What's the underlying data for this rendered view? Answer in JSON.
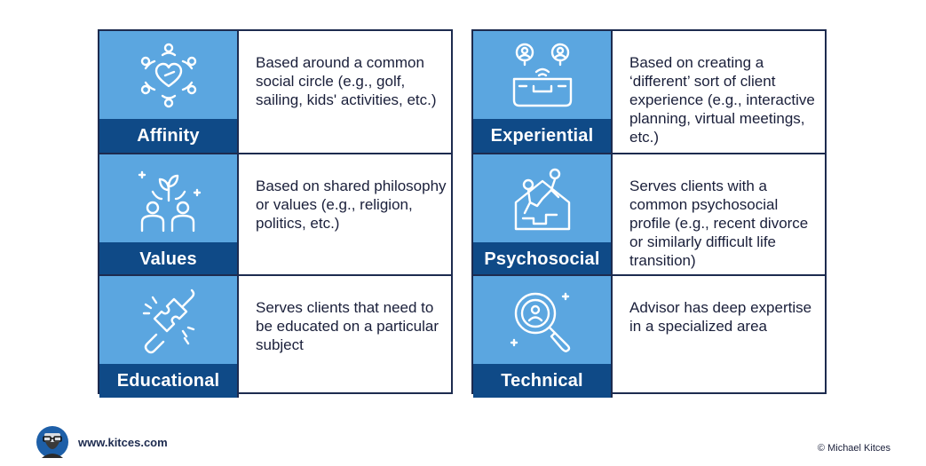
{
  "cards": [
    {
      "title": "Affinity",
      "description": "Based around a common social circle (e.g., golf, sailing, kids' activities, etc.)",
      "icon": "heart-circle-icon"
    },
    {
      "title": "Values",
      "description": "Based on shared philosophy or values (e.g., religion, politics, etc.)",
      "icon": "people-plant-icon"
    },
    {
      "title": "Educational",
      "description": "Serves clients that need to be educated on a particular subject",
      "icon": "puzzle-chain-icon"
    },
    {
      "title": "Experiential",
      "description": "Based on creating a ‘different’ sort of client experience (e.g., interactive planning, virtual meetings, etc.)",
      "icon": "virtual-meeting-icon"
    },
    {
      "title": "Psychosocial",
      "description": "Serves clients with a common psychosocial profile (e.g., recent divorce or similarly difficult life transition)",
      "icon": "climbing-help-icon"
    },
    {
      "title": "Technical",
      "description": "Advisor has deep expertise in a specialized area",
      "icon": "magnifier-person-icon"
    }
  ],
  "footer": {
    "url": "www.kitces.com",
    "copyright": "© Michael Kitces"
  },
  "colors": {
    "tile": "#5ba6e0",
    "label_band": "#0f4a87",
    "border": "#1d2b4f"
  }
}
